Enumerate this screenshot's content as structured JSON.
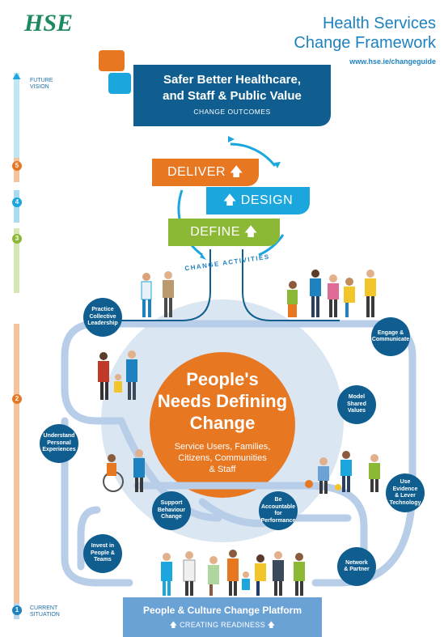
{
  "brand": {
    "logo_text": "HSE"
  },
  "header": {
    "title_line1": "Health Services",
    "title_line2": "Change Framework",
    "url": "www.hse.ie/changeguide"
  },
  "outcomes": {
    "title_line1": "Safer Better Healthcare,",
    "title_line2": "and Staff & Public Value",
    "subtitle": "CHANGE OUTCOMES"
  },
  "phases": {
    "deliver": "DELIVER",
    "design": "DESIGN",
    "define": "DEFINE",
    "activities_label": "CHANGE ACTIVITIES"
  },
  "timeline": {
    "future_label_1": "FUTURE",
    "future_label_2": "VISION",
    "current_label_1": "CURRENT",
    "current_label_2": "SITUATION",
    "steps": [
      "5",
      "4",
      "3",
      "2",
      "1"
    ],
    "colors": {
      "future": "#1ba7dd",
      "deliver": "#e87722",
      "design": "#1ba7dd",
      "define": "#8cb935",
      "current": "#1e82c0"
    }
  },
  "centre": {
    "title_line1": "People's",
    "title_line2": "Needs Defining",
    "title_line3": "Change",
    "sub_line1": "Service Users, Families,",
    "sub_line2": "Citizens, Communities",
    "sub_line3": "& Staff"
  },
  "nodes": {
    "collective": [
      "Practice",
      "Collective",
      "Leadership"
    ],
    "engage": [
      "Engage &",
      "Communicate"
    ],
    "model": [
      "Model",
      "Shared",
      "Values"
    ],
    "understand": [
      "Understand",
      "Personal",
      "Experiences"
    ],
    "evidence": [
      "Use",
      "Evidence",
      "& Lever",
      "Technology"
    ],
    "support": [
      "Support",
      "Behaviour",
      "Change"
    ],
    "accountable": [
      "Be",
      "Accountable",
      "for",
      "Performance"
    ],
    "invest": [
      "Invest in",
      "People &",
      "Teams"
    ],
    "network": [
      "Network",
      "& Partner"
    ]
  },
  "platform": {
    "title": "People & Culture Change Platform",
    "subtitle": "CREATING READINESS"
  },
  "colors": {
    "navy": "#0f5e8f",
    "orange": "#e87722",
    "blue": "#1ba7dd",
    "green": "#8cb935",
    "light_blue": "#6aa2d6",
    "pale_blue": "#c7d9ee"
  }
}
